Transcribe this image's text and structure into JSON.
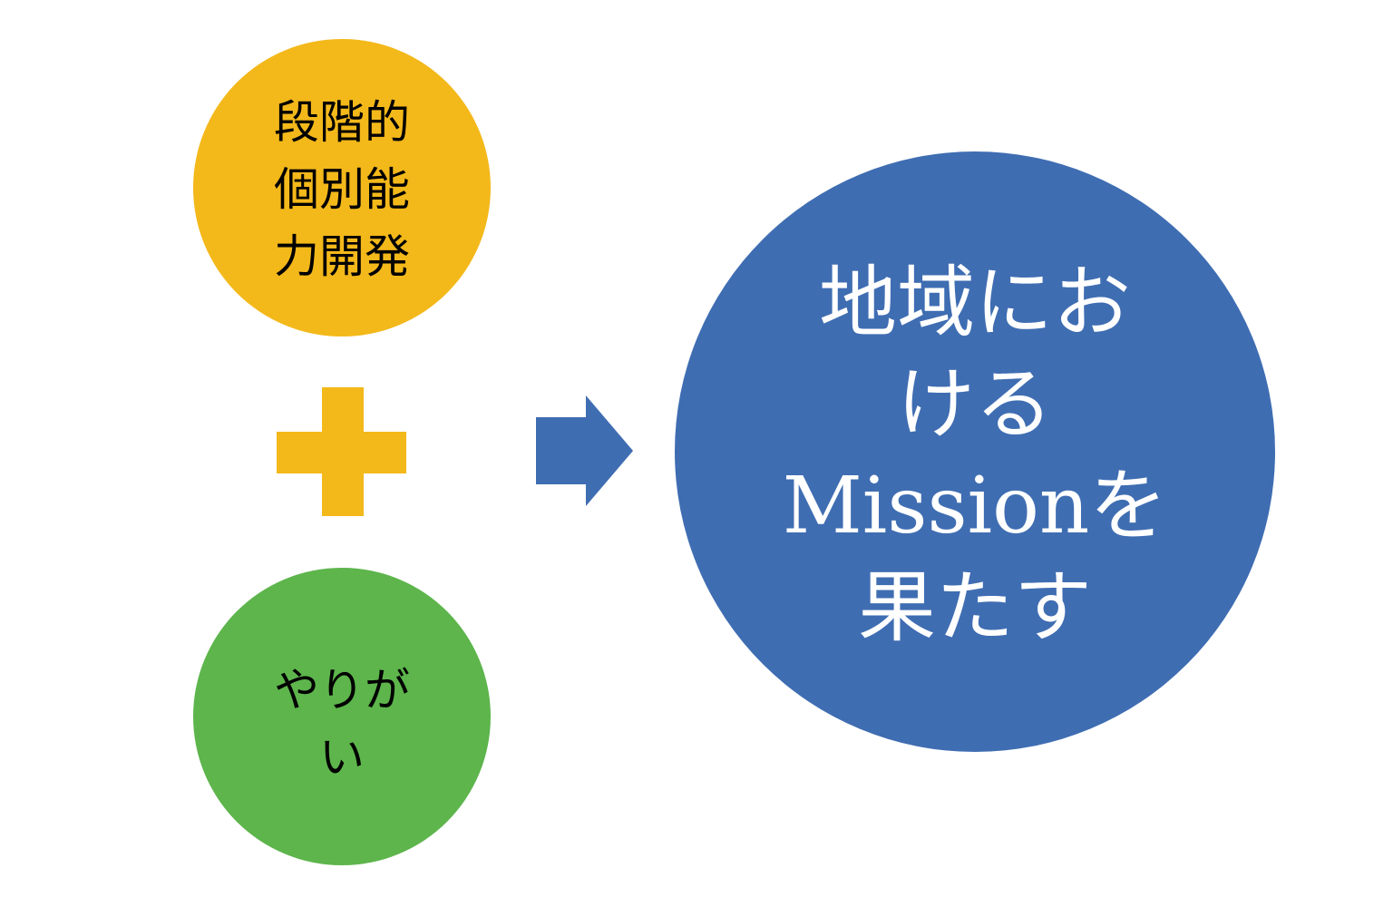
{
  "nodes": {
    "yellow": {
      "text": "段階的\n個別能\n力開発",
      "color": "#F3B81A"
    },
    "green": {
      "text": "やりが\nい",
      "color": "#5DB54C"
    },
    "blue": {
      "text": "地域にお\nける\nMissionを\n果たす",
      "color": "#3F6DB2"
    }
  },
  "connectors": {
    "plus": {
      "color": "#F3B81A"
    },
    "arrow": {
      "color": "#3F6DB2"
    }
  }
}
